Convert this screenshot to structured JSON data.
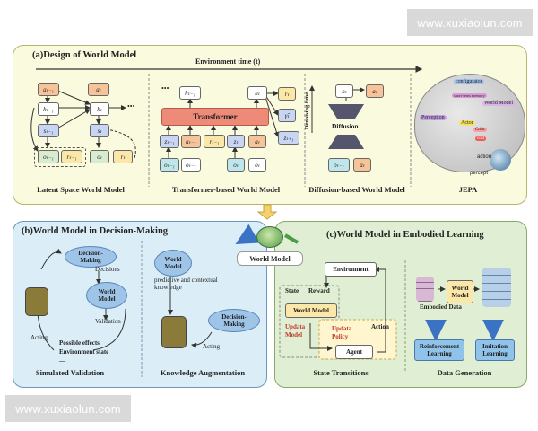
{
  "watermarks": {
    "top": "www.xuxiaolun.com",
    "bottom": "www.xuxiaolun.com"
  },
  "panel_a": {
    "title": "(a)Design of World Model",
    "time_axis": "Environment time (t)",
    "latent": {
      "caption": "Latent Space World Model",
      "a_prev": "aₜ₋₁",
      "a_cur": "aₜ",
      "h_prev": "hₜ₋₁",
      "h_cur": "hₜ",
      "s_prev": "sₜ₋₁",
      "s_cur": "sₜ",
      "o_prev": "oₜ₋₁",
      "r_prev": "rₜ₋₁",
      "o_cur": "oₜ",
      "r_cur": "rₜ",
      "ellipsis": "•••"
    },
    "transformer": {
      "caption": "Transformer-based World Model",
      "core": "Transformer",
      "h_prev": "hₜ₋₁",
      "h_cur": "hₜ",
      "r_hat": "r̂ₜ",
      "gamma_hat": "γ̂ₜ",
      "z_hat": "ẑₜ₊₁",
      "inputs": [
        "zₜ₋₁",
        "aₜ₋₁",
        "rₜ₋₁",
        "zₜ",
        "aₜ"
      ],
      "obs": [
        "oₜ₋₁",
        "ôₜ₋₁",
        "oₜ",
        "ôₜ"
      ],
      "ellipsis": "•••"
    },
    "diffusion": {
      "caption": "Diffusion-based World Model",
      "axis": "Denoising time",
      "h": "hₜ",
      "a_top": "aₜ",
      "core": "Diffusion",
      "o_prev": "oₜ₋₁",
      "a_bottom": "aₜ"
    },
    "jepa": {
      "caption": "JEPA",
      "labels": [
        "configurator",
        "short-term memory",
        "World Model",
        "Perception",
        "Actor",
        "Critic",
        "cost",
        "action",
        "percept"
      ]
    }
  },
  "center": {
    "label": "World Model"
  },
  "panel_b": {
    "title": "(b)World Model in Decision-Making",
    "sim": {
      "caption": "Simulated Validation",
      "decision_making": "Decision-\nMaking",
      "decisions": "Decisions",
      "world_model": "World\nModel",
      "validation": "Validation",
      "effects": "Possible effects",
      "env_state": "Environment state",
      "dash": "—",
      "acting": "Acting"
    },
    "aug": {
      "caption": "Knowledge Augmentation",
      "world_model": "World\nModel",
      "knowledge": "predictive and contextual\nknowledge",
      "decision_making": "Decision-\nMaking",
      "acting": "Acting"
    }
  },
  "panel_c": {
    "title": "(c)World Model in Embodied Learning",
    "states": {
      "caption": "State Transitions",
      "environment": "Environment",
      "state": "State",
      "reward": "Reward",
      "world_model": "World Model",
      "update_model": "Updata\nModel",
      "update_policy": "Updata\nPolicy",
      "agent": "Agent",
      "action": "Action"
    },
    "data": {
      "caption": "Data Generation",
      "world_model": "World\nModel",
      "embodied": "Embodied Data",
      "rl": "Reinforcement\nLearning",
      "il": "Imitation\nLearning"
    }
  },
  "colors": {
    "orange": "#f7c49a",
    "blue": "#c9d6f3",
    "green": "#d9ecd0",
    "teal": "#bfe6ea",
    "yellow": "#fbe7a8",
    "red": "#e24b4b"
  }
}
